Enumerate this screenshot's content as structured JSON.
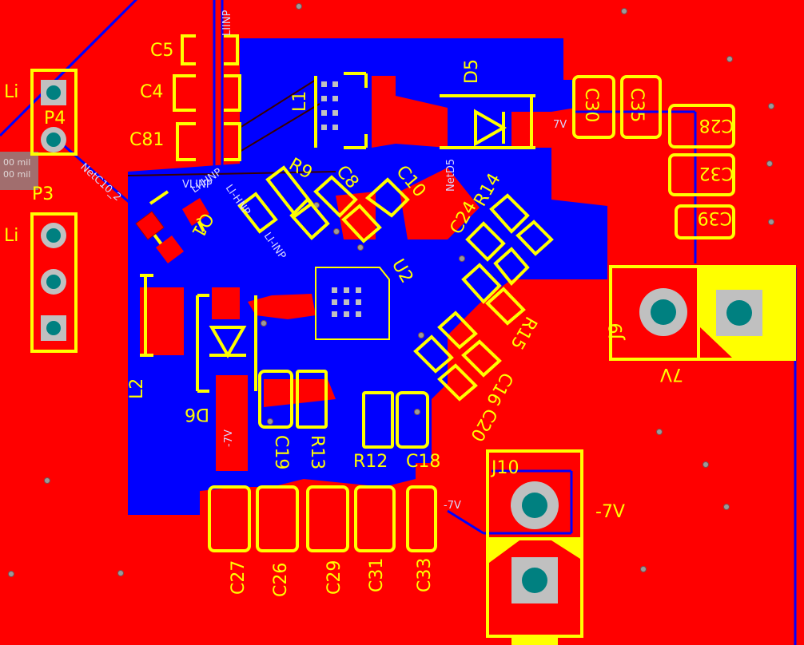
{
  "colors": {
    "top_copper": "#ff0000",
    "bottom_copper": "#0000ff",
    "silkscreen": "#ffff00",
    "pad": "#c0c0c0",
    "via_hole": "#008080"
  },
  "ruler": {
    "line1": "00 mil",
    "line2": "00 mil"
  },
  "components": {
    "C5": "C5",
    "C4": "C4",
    "C81": "C81",
    "L1": "L1",
    "D5": "D5",
    "C30": "C30",
    "C35": "C35",
    "C28": "C28",
    "C32": "C32",
    "C39": "C39",
    "R9": "R9",
    "C8": "C8",
    "C10": "C10",
    "R14": "R14",
    "C24": "C24",
    "Q1": "Q1",
    "U2": "U2",
    "R15": "R15",
    "C16": "C16",
    "C20": "C20",
    "L2": "L2",
    "D6": "D6",
    "C19": "C19",
    "R13": "R13",
    "R12": "R12",
    "C18": "C18",
    "J9": "J9",
    "J10": "J10",
    "C27": "C27",
    "C26": "C26",
    "C29": "C29",
    "C31": "C31",
    "C33": "C33",
    "P4": "P4",
    "P3": "P3",
    "Li_top": "Li",
    "Li_bottom": "Li"
  },
  "net_labels": {
    "netc10": "NetC10_2",
    "lihinp": "LI-HNP",
    "lihinp2": "LI-HNP",
    "liinp": "LI-INP",
    "linp_vert": "LIINP",
    "netd5": "NetD5",
    "vlinp": "VLINP",
    "seven_v": "7V",
    "minus_seven_v": "-7V",
    "j9_label": "7V",
    "j10_label": "-7V"
  }
}
